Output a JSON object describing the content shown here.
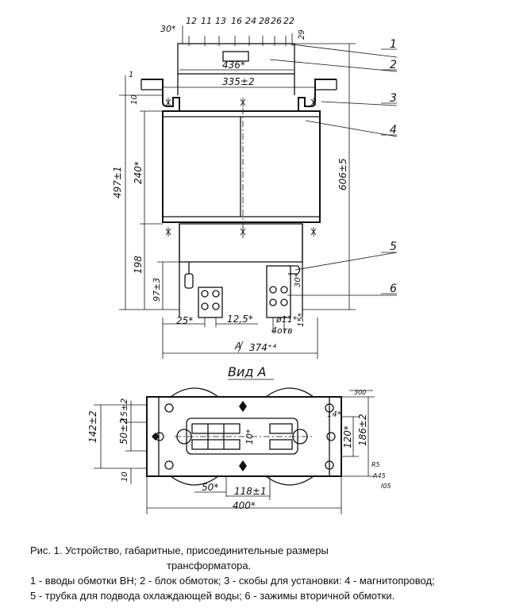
{
  "drawing": {
    "top_numbers": [
      "30*",
      "12",
      "11",
      "13",
      "16",
      "24",
      "28",
      "26",
      "22"
    ],
    "dims": {
      "d436": "436*",
      "d335": "335±2",
      "d10": "10",
      "d497": "497±1",
      "d240": "240*",
      "d606": "606±5",
      "d198": "198",
      "d97": "97±3",
      "d25": "25*",
      "d12_5": "12,5*",
      "d11": "ø11*",
      "holes": "4отв",
      "d15": "15*",
      "d374": "374⁺⁴",
      "d30": "30*",
      "dA": "A",
      "d29": "29",
      "d1": "1"
    },
    "leaders": [
      "1",
      "2",
      "3",
      "4",
      "5",
      "6"
    ],
    "view_title": "Вид А",
    "bottom_dims": {
      "d142": "142±2",
      "d50": "50±2",
      "d15": "15±2",
      "d10": "10*",
      "d120": "120*",
      "d186": "186±2",
      "d14": "14*",
      "d50s": "50*",
      "d118": "118±1",
      "d400": "400*",
      "d10b": "10",
      "d300": "300"
    },
    "margin_notes": [
      "R5",
      "A45",
      "I05"
    ]
  },
  "caption": {
    "line1": "Рис. 1. Устройство, габаритные, присоединительные размеры",
    "line2": "трансформатора.",
    "line3": "1 - вводы обмотки ВН; 2 - блок обмоток; 3 - скобы для установки: 4 -  магнитопровод;",
    "line4": "5 - трубка для подвода охлаждающей воды; 6 - зажимы вторичной обмотки."
  }
}
